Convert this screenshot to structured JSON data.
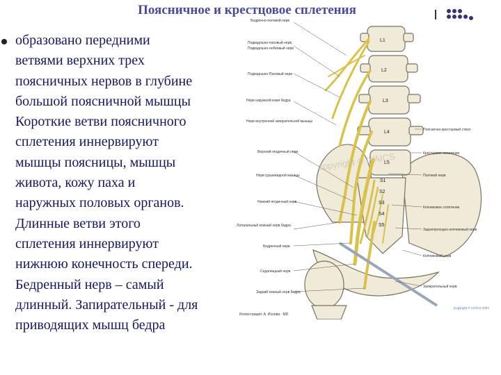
{
  "slide": {
    "title": "Поясничное и крестцовое сплетения",
    "body_lines": [
      "образовано передними",
      "ветвями верхних трех",
      "поясничных нервов в глубине",
      "большой поясничной мышцы",
      "Короткие ветви поясничного",
      "сплетения иннервируют",
      "мышцы поясницы, мышцы",
      "живота,  кожу паха и",
      "наружных половых органов.",
      "Длинные ветви этого",
      "сплетения иннервируют",
      "нижнюю конечность спереди.",
      "Бедренный нерв – самый",
      "длинный. Запирательный - для",
      "приводящих мышц бедра"
    ]
  },
  "figure": {
    "vertebra_labels": [
      "L1",
      "L2",
      "L3",
      "L4",
      "L5",
      "S1",
      "S2",
      "S3",
      "S4",
      "S5"
    ],
    "left_labels": [
      "Бедренно-половой нерв",
      "Подвздошно-паховый нерв,",
      "Подвздошно-лобковый нерв",
      "Подвздошно-Паховый нерв",
      "Нерв наружной кожи бедра",
      "Нерв внутренней запирательной мышцы",
      "Верхний ягодичный нерв",
      "Нерв грушевидной мышцы",
      "Нижний ягодичный нерв",
      "Латеральный кожный нерв бедра",
      "Бедренный нерв",
      "Седалищный нерв",
      "Задний кожный нерв бедра"
    ],
    "right_labels": [
      "Пояснично-крестцовый ствол",
      "Крестцовое сплетение",
      "Половой нерв",
      "Копчиковое сплетение",
      "Заднепроходно-копчиковый нерв",
      "Копчиковый нерв",
      "Запирательный нерв"
    ],
    "watermark": "copyright © IVAICS",
    "illustrator_credit": "Иллюстрация: А. Ихлова - MD",
    "copyright_note": "Copyright © IVAICS 2007"
  },
  "colors": {
    "title": "#4a4a9c",
    "body_text": "#17175e",
    "nerve": "#d9c24a",
    "bone": "#f0ead8",
    "bone_outline": "#7a7160"
  }
}
